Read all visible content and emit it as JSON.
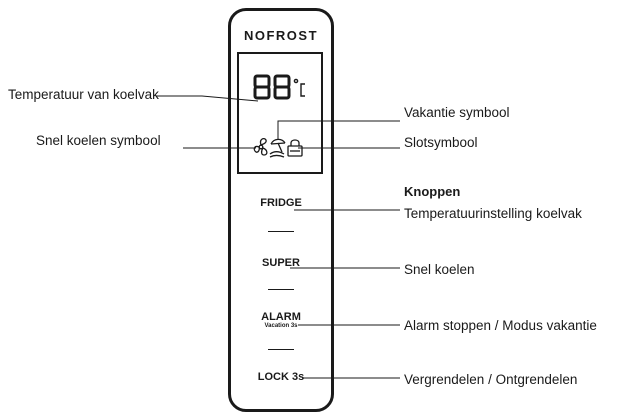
{
  "panel": {
    "brand": "NOFROST",
    "display_digits": "88",
    "display_unit": "°C",
    "icons": [
      "fan-icon",
      "beach-umbrella-icon",
      "padlock-icon"
    ]
  },
  "buttons": [
    {
      "label": "FRIDGE",
      "sub": ""
    },
    {
      "label": "SUPER",
      "sub": ""
    },
    {
      "label": "ALARM",
      "sub": "Vacation 3s"
    },
    {
      "label": "LOCK 3s",
      "sub": ""
    }
  ],
  "callouts": {
    "temp_compartment": "Temperatuur van koelvak",
    "vacation_symbol": "Vakantie symbool",
    "fast_cool_symbol": "Snel koelen symbool",
    "lock_symbol": "Slotsymbool",
    "buttons_heading": "Knoppen",
    "fridge_setting": "Temperatuurinstelling koelvak",
    "fast_cool": "Snel koelen",
    "alarm_vacation": "Alarm stoppen / Modus vakantie",
    "lock_unlock": "Vergrendelen / Ontgrendelen"
  }
}
